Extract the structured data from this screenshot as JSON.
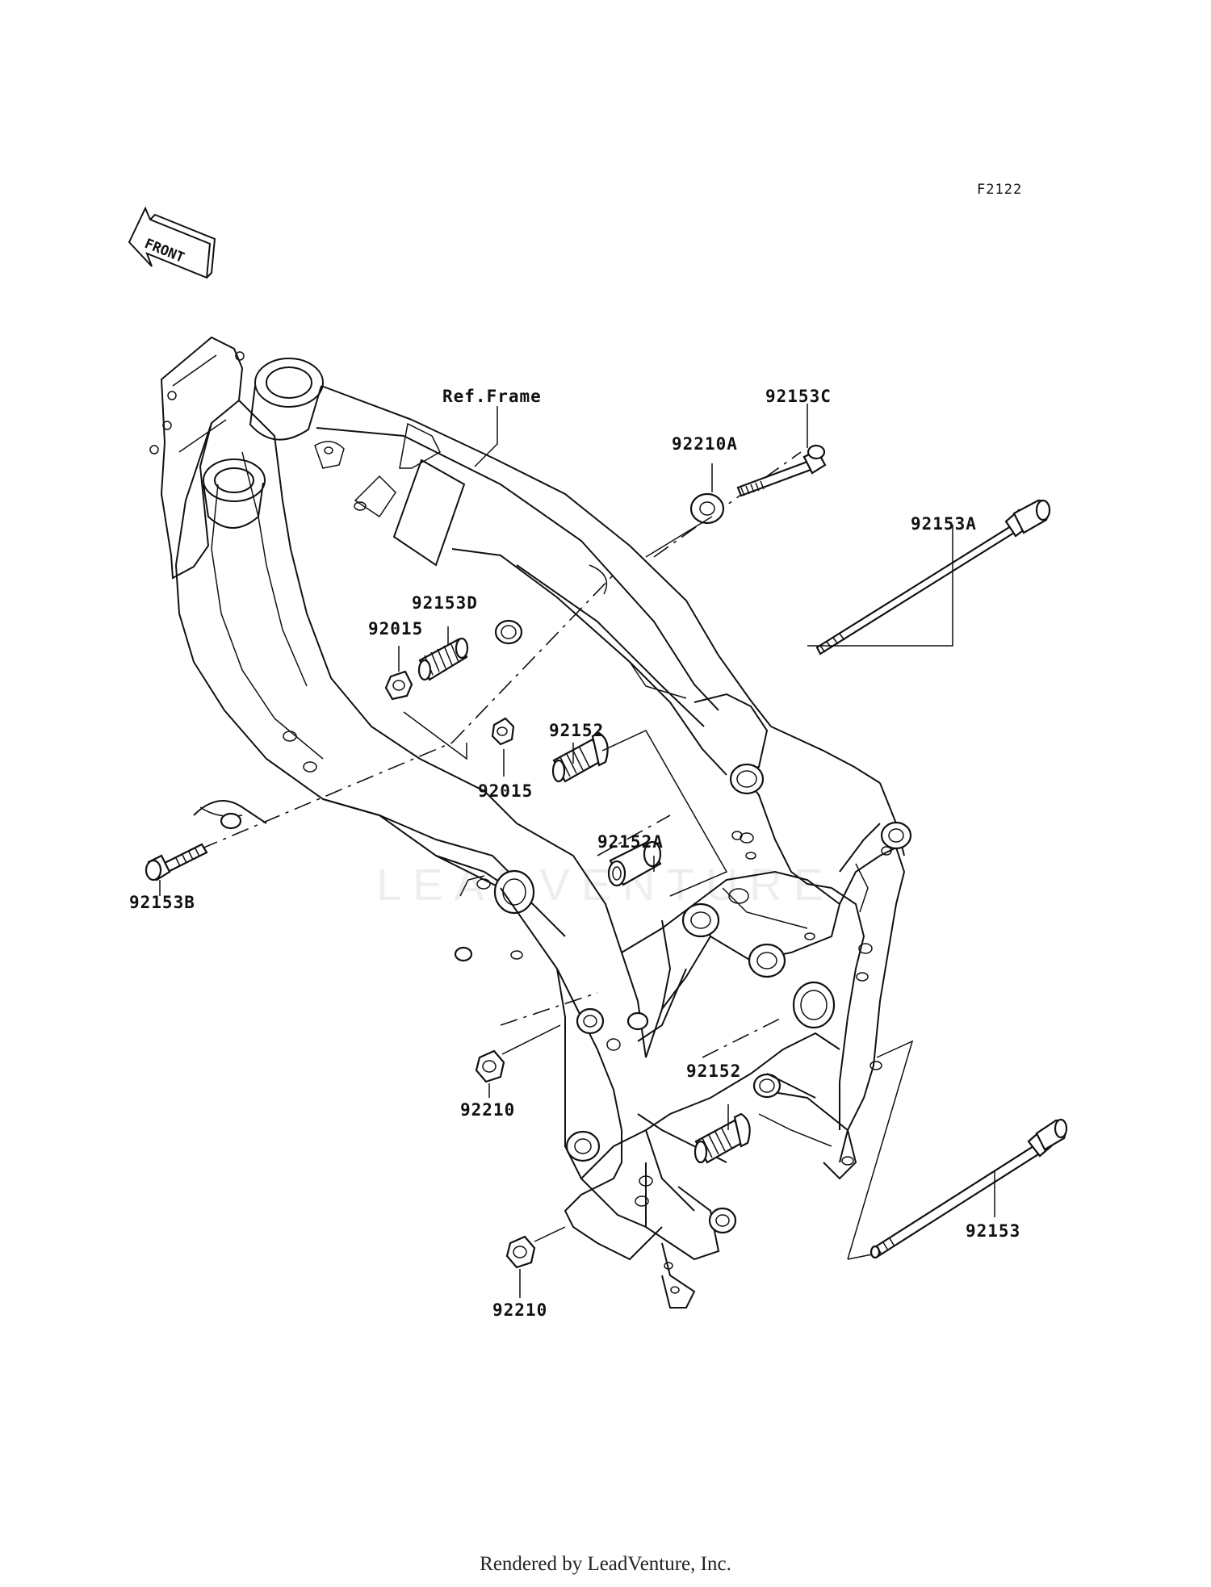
{
  "diagram": {
    "figure_code": "F2122",
    "direction_label": "FRONT",
    "watermark": "LEADVENTURE",
    "footer": "Rendered by LeadVenture, Inc.",
    "callouts": {
      "ref_frame": "Ref.Frame",
      "p92153C": "92153C",
      "p92210A": "92210A",
      "p92153A": "92153A",
      "p92153D": "92153D",
      "p92015_top": "92015",
      "p92015_mid": "92015",
      "p92152_top": "92152",
      "p92152A": "92152A",
      "p92153B": "92153B",
      "p92210_mid": "92210",
      "p92152_bottom": "92152",
      "p92153": "92153",
      "p92210_bottom": "92210"
    }
  }
}
